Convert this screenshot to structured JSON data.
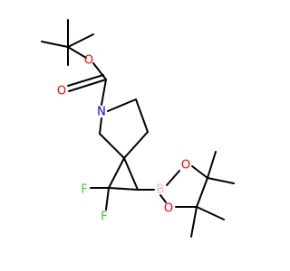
{
  "molecule": {
    "atoms": {
      "o_carbonyl": {
        "symbol": "O",
        "color": "#ff0000"
      },
      "o_ester": {
        "symbol": "O",
        "color": "#ff0000"
      },
      "n_ring": {
        "symbol": "N",
        "color": "#0000ff"
      },
      "f_1": {
        "symbol": "F",
        "color": "#33cc33"
      },
      "f_2": {
        "symbol": "F",
        "color": "#33cc33"
      },
      "b_boron": {
        "symbol": "B",
        "color": "#ffb5b5"
      },
      "o_boronate_top": {
        "symbol": "O",
        "color": "#ff0000"
      },
      "o_boronate_bottom": {
        "symbol": "O",
        "color": "#ff0000"
      }
    }
  }
}
